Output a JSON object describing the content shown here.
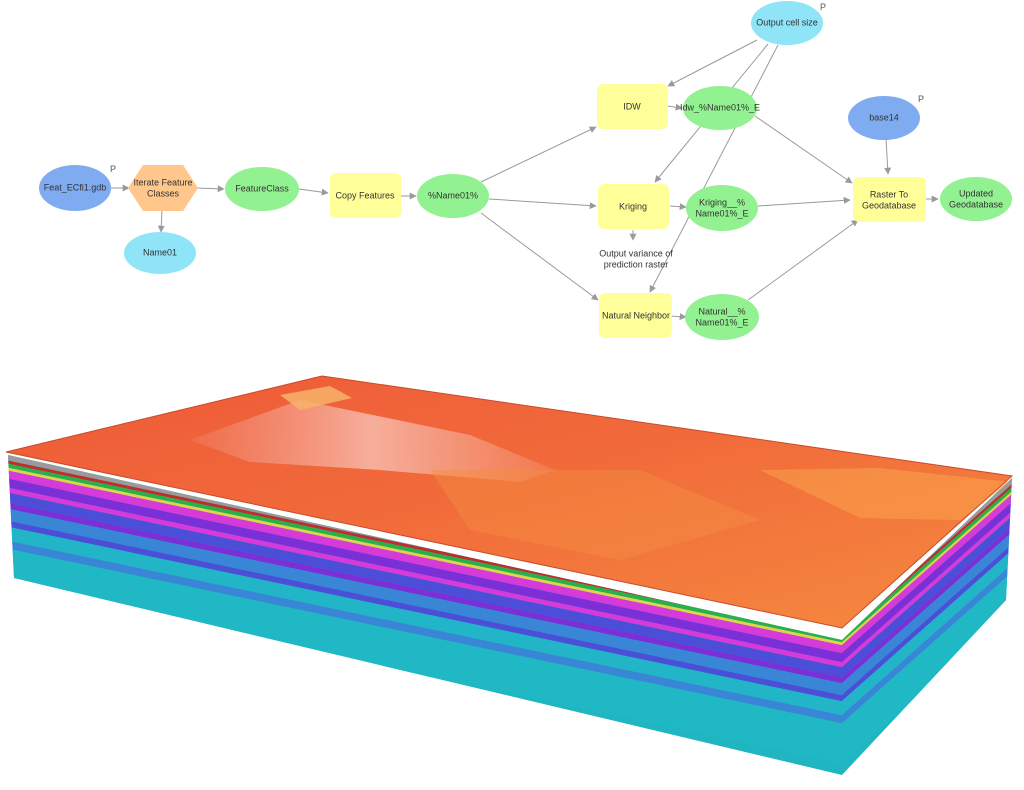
{
  "colors": {
    "input_data": "#7fabf0",
    "parameter": "#8fe4f7",
    "iterator": "#ffc78c",
    "tool": "#ffff99",
    "derived": "#92f190",
    "edge": "#9a9a9a"
  },
  "model": {
    "nodes": {
      "feat_gdb": {
        "label": "Feat_ECfi1.gdb",
        "param": "P"
      },
      "iterate": {
        "label": "Iterate Feature\nClasses"
      },
      "name01": {
        "label": "Name01"
      },
      "featureclass": {
        "label": "FeatureClass"
      },
      "copy_features": {
        "label": "Copy Features"
      },
      "name01_var": {
        "label": "%Name01%"
      },
      "idw": {
        "label": "IDW"
      },
      "idw_out": {
        "label": "Idw_%Name01%_E"
      },
      "kriging": {
        "label": "Kriging"
      },
      "kriging_out": {
        "label": "Kriging__%\nName01%_E"
      },
      "variance_raster": {
        "label": "Output variance of\nprediction raster"
      },
      "natural_neighbor": {
        "label": "Natural Neighbor"
      },
      "natural_out": {
        "label": "Natural__%\nName01%_E"
      },
      "output_cell_size": {
        "label": "Output cell size",
        "param": "P"
      },
      "base14": {
        "label": "base14",
        "param": "P"
      },
      "raster_to_gdb": {
        "label": "Raster To\nGeodatabase"
      },
      "updated_gdb": {
        "label": "Updated\nGeodatabase"
      }
    }
  },
  "raster_block": {
    "description_icon": "3d-stacked-raster-layers",
    "top_surface_colors": [
      "#f07a3d",
      "#ec5a3a",
      "#f48b42",
      "#f9b07a"
    ],
    "side_layer_colors": [
      "#9a9a9a",
      "#c22c2c",
      "#2ab04a",
      "#e0d24a",
      "#d63ad8",
      "#7b2fd6",
      "#4b4fd8",
      "#3a86d6",
      "#22b5c7",
      "#20b8c4"
    ]
  }
}
